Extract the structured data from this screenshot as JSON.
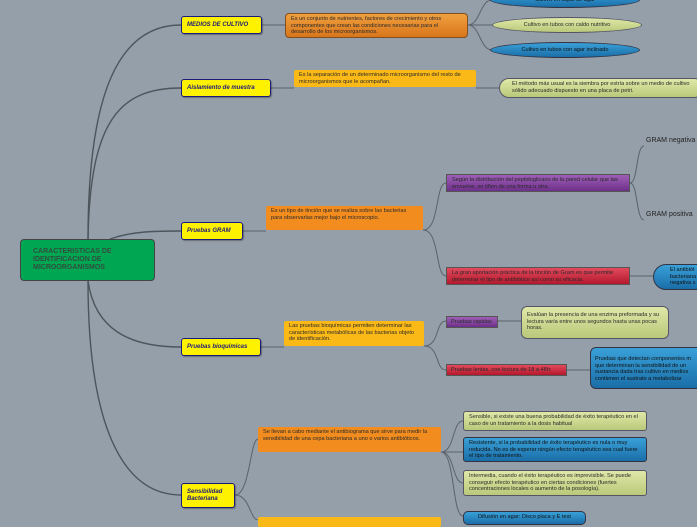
{
  "central": "CARACTERISTICAS DE IDENTIFICACION DE MICROORGANISMOS",
  "topics": {
    "medios": "MEDIOS DE CULTIVO",
    "aislamiento": "Aislamiento de muestra",
    "gram": "Pruebas GRAM",
    "bioquimicas": "Pruebas bioquímicas",
    "sensibilidad": "Sensibilidad Bacteriana"
  },
  "medios": {
    "desc": "Es un conjunto de nutrientes, factores de crecimiento y otros componentes que crean las condiciones necesarias para el desarrollo de los microorganismos.",
    "items": [
      "Cultivo en cajas de agar",
      "Cultivo en tubos con caldo nutritivo",
      "Cultivo en tubos con agar inclinado"
    ]
  },
  "aislamiento": {
    "desc": "Es la separación de un determinado microorganismo del resto de microorganismos que le acompañan.",
    "detail": "El método más usual es la siembra por estría sobre un medio de cultivo sólido adecuado dispuesto en una placa de petri."
  },
  "gram": {
    "desc": "Es un tipo de tinción que se realiza sobre las bacterias para observarlas mejor bajo el microscopio.",
    "distribucion": "Según la distribución del peptidoglicano de la pared celular que las envuelve, se tiñen de una forma u otra.",
    "negativa": "GRAM negativa",
    "positiva": "GRAM positiva",
    "aportacion": "La gran aportación práctica de la tinción de Gram es que permite determinar el tipo de antibiótico así como su eficacia.",
    "antibiotico": "El antibiót bacteriana negativa s"
  },
  "bioquimicas": {
    "desc": "Las pruebas bioquímicas permiten determinar las características metabólicas de las bacterias objeto de identificación.",
    "rapidas": "Pruebas rapidas",
    "rapidas_detail": "Evalúan la presencia de una enzima preformada y su lectura varía entre unos segundos hasta unas pocas horas.",
    "lentas": "Pruebas lentas, con lectura de 18 a 48h:",
    "lentas_detail": "Pruebas que detectan componentes m que determinan la sensibilidad de un sustancia dada tras cultivo en medios contienen el sustrato a metabolizar"
  },
  "sensibilidad": {
    "desc": "Se llevan a cabo mediante el antibiograma que sirve para medir la sensibilidad de una cepa bacteriana a uno o varios antibióticos.",
    "sensible": "Sensible, si existe una buena probabilidad de éxito terapéutico en el caso de un tratamiento a la dosis habitual",
    "resistente": "Resistente, si la probabilidad de éxito terapéutico es nula o muy reducida. No es de esperar ningún efecto terapéutico sea cual fuere el tipo de tratamiento.",
    "intermedia": "Intermedia, cuando el éxito terapéutico es imprevisible. Se puede conseguir efecto terapéutico en ciertas condiciones (fuertes concentraciones locales o aumento de la posología).",
    "difusion": "Difusión en agar: Disco placa y E test"
  }
}
